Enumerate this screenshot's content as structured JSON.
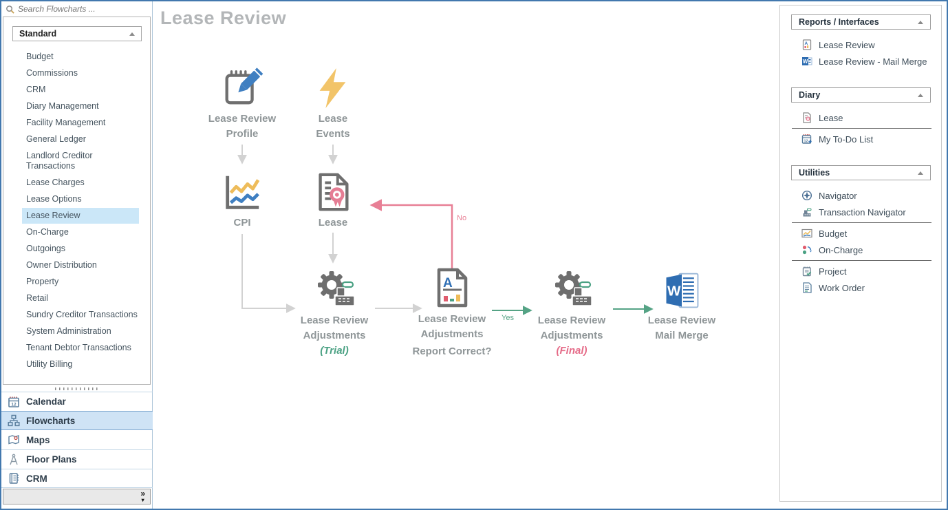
{
  "sidebar": {
    "search_placeholder": "Search Flowcharts ...",
    "group_header": "Standard",
    "items": [
      "Budget",
      "Commissions",
      "CRM",
      "Diary Management",
      "Facility Management",
      "General Ledger",
      "Landlord Creditor Transactions",
      "Lease Charges",
      "Lease Options",
      "Lease Review",
      "On-Charge",
      "Outgoings",
      "Owner Distribution",
      "Property",
      "Retail",
      "Sundry Creditor Transactions",
      "System Administration",
      "Tenant Debtor Transactions",
      "Utility Billing"
    ],
    "selected_item": "Lease Review",
    "nav_items": [
      {
        "label": "Calendar",
        "icon": "calendar-icon",
        "selected": false
      },
      {
        "label": "Flowcharts",
        "icon": "flowchart-icon",
        "selected": true
      },
      {
        "label": "Maps",
        "icon": "map-icon",
        "selected": false
      },
      {
        "label": "Floor Plans",
        "icon": "floor-plan-icon",
        "selected": false
      },
      {
        "label": "CRM",
        "icon": "crm-icon",
        "selected": false
      }
    ],
    "collapse_bar": {
      "chevron": "»",
      "arrow": "▾"
    }
  },
  "main": {
    "title": "Lease Review",
    "flowchart": {
      "nodes": [
        {
          "id": "lease-review-profile",
          "icon": "notepad-pencil-icon",
          "line1": "Lease Review",
          "line2": "Profile"
        },
        {
          "id": "lease-events",
          "icon": "lightning-icon",
          "line1": "Lease",
          "line2": "Events"
        },
        {
          "id": "cpi",
          "icon": "line-chart-icon",
          "line1": "CPI"
        },
        {
          "id": "lease",
          "icon": "certificate-document-icon",
          "line1": "Lease"
        },
        {
          "id": "lease-review-adjustments-trial",
          "icon": "gear-register-icon",
          "line1": "Lease Review",
          "line2": "Adjustments",
          "sub": "(Trial)"
        },
        {
          "id": "lease-review-adjustments-report",
          "icon": "report-document-icon",
          "line1": "Lease Review",
          "line2": "Adjustments",
          "question": "Report Correct?"
        },
        {
          "id": "lease-review-adjustments-final",
          "icon": "gear-register-icon",
          "line1": "Lease Review",
          "line2": "Adjustments",
          "sub": "(Final)"
        },
        {
          "id": "lease-review-mail-merge",
          "icon": "word-icon",
          "line1": "Lease Review",
          "line2": "Mail Merge"
        }
      ],
      "edge_labels": {
        "yes": "Yes",
        "no": "No"
      }
    }
  },
  "right_panel": {
    "groups": [
      {
        "title": "Reports / Interfaces",
        "items": [
          {
            "label": "Lease Review",
            "icon": "report-small-icon"
          },
          {
            "label": "Lease Review - Mail Merge",
            "icon": "word-small-icon"
          }
        ]
      },
      {
        "title": "Diary",
        "items": [
          {
            "label": "Lease",
            "icon": "lease-document-small-icon"
          },
          {
            "label": "My To-Do List",
            "icon": "todo-calendar-icon"
          }
        ]
      },
      {
        "title": "Utilities",
        "items": [
          {
            "label": "Navigator",
            "icon": "navigator-compass-icon"
          },
          {
            "label": "Transaction Navigator",
            "icon": "cash-register-icon"
          },
          {
            "label": "Budget",
            "icon": "budget-chart-icon"
          },
          {
            "label": "On-Charge",
            "icon": "on-charge-icon"
          },
          {
            "label": "Project",
            "icon": "project-notepad-icon"
          },
          {
            "label": "Work Order",
            "icon": "work-order-icon"
          }
        ]
      }
    ]
  },
  "colors": {
    "window_border": "#4278ae",
    "selected_row": "#cbe7f8",
    "nav_selected": "#cfe3f5",
    "title_gray": "#b3b6b8",
    "node_label_gray": "#8f9698",
    "trial_green": "#4aa183",
    "final_pink": "#e56b88",
    "arrow_gray": "#d2d2d2",
    "arrow_pink": "#e87f95",
    "arrow_green": "#55a385",
    "icon_steel_blue": "#5b7f9e",
    "word_blue": "#2e6db2",
    "lightning_yellow": "#f2c469"
  }
}
